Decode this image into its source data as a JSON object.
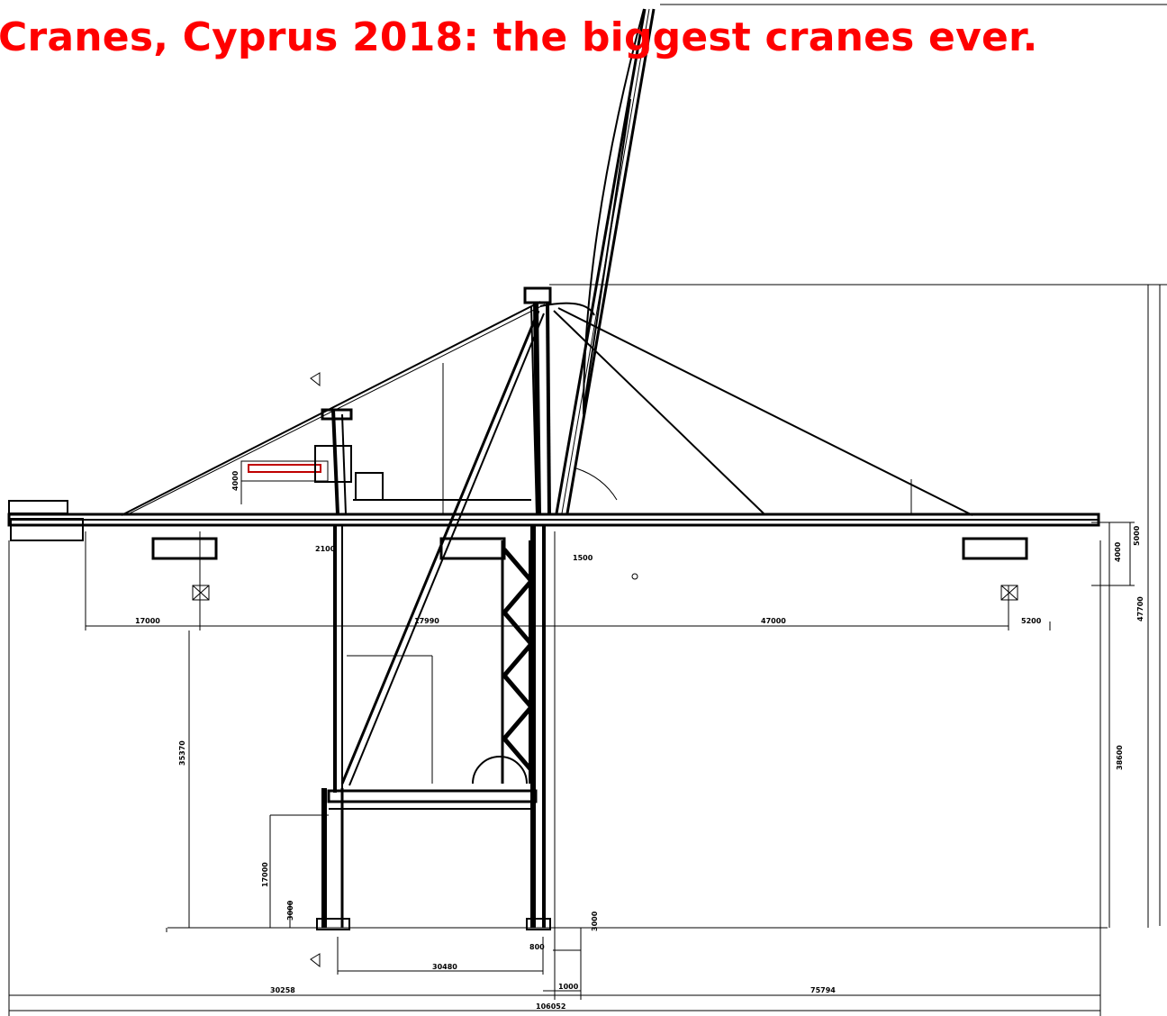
{
  "title": "Cranes, Cyprus 2018: the biggest cranes ever.",
  "colors": {
    "title": "#ff0000",
    "lines": "#000000",
    "background": "#ffffff"
  },
  "dimensions": {
    "backreach": "17000",
    "trolley_span": "17990",
    "outreach": "47000",
    "tip": "5200",
    "beam_lower": "2100",
    "beam_detail": "1500",
    "left_height": "35370",
    "sill_height": "17000",
    "right_height": "38600",
    "top_height": "47700",
    "boom_offset_a": "4000",
    "boom_offset_b": "5000",
    "base_left": "3000",
    "base_right": "3000",
    "leg_gap": "800",
    "gauge": "30480",
    "gap_right": "1000",
    "total_left": "30258",
    "total_right": "75794",
    "total": "106052",
    "cabin_height": "4000"
  }
}
